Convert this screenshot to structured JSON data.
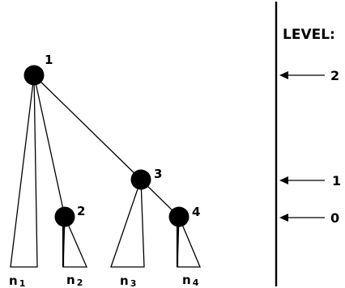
{
  "tree": {
    "nodes": [
      {
        "id": "1",
        "label": "1"
      },
      {
        "id": "2",
        "label": "2"
      },
      {
        "id": "3",
        "label": "3"
      },
      {
        "id": "4",
        "label": "4"
      }
    ],
    "edges": [
      {
        "from": "1",
        "to": "2"
      },
      {
        "from": "1",
        "to": "3"
      },
      {
        "from": "3",
        "to": "4"
      }
    ],
    "leaves": [
      {
        "base": "n",
        "sub": "1"
      },
      {
        "base": "n",
        "sub": "2"
      },
      {
        "base": "n",
        "sub": "3"
      },
      {
        "base": "n",
        "sub": "4"
      }
    ]
  },
  "level_axis": {
    "title": "LEVEL:",
    "markers": [
      {
        "value": "2"
      },
      {
        "value": "1"
      },
      {
        "value": "0"
      }
    ]
  },
  "colors": {
    "ink": "#000000",
    "background": "#ffffff"
  }
}
